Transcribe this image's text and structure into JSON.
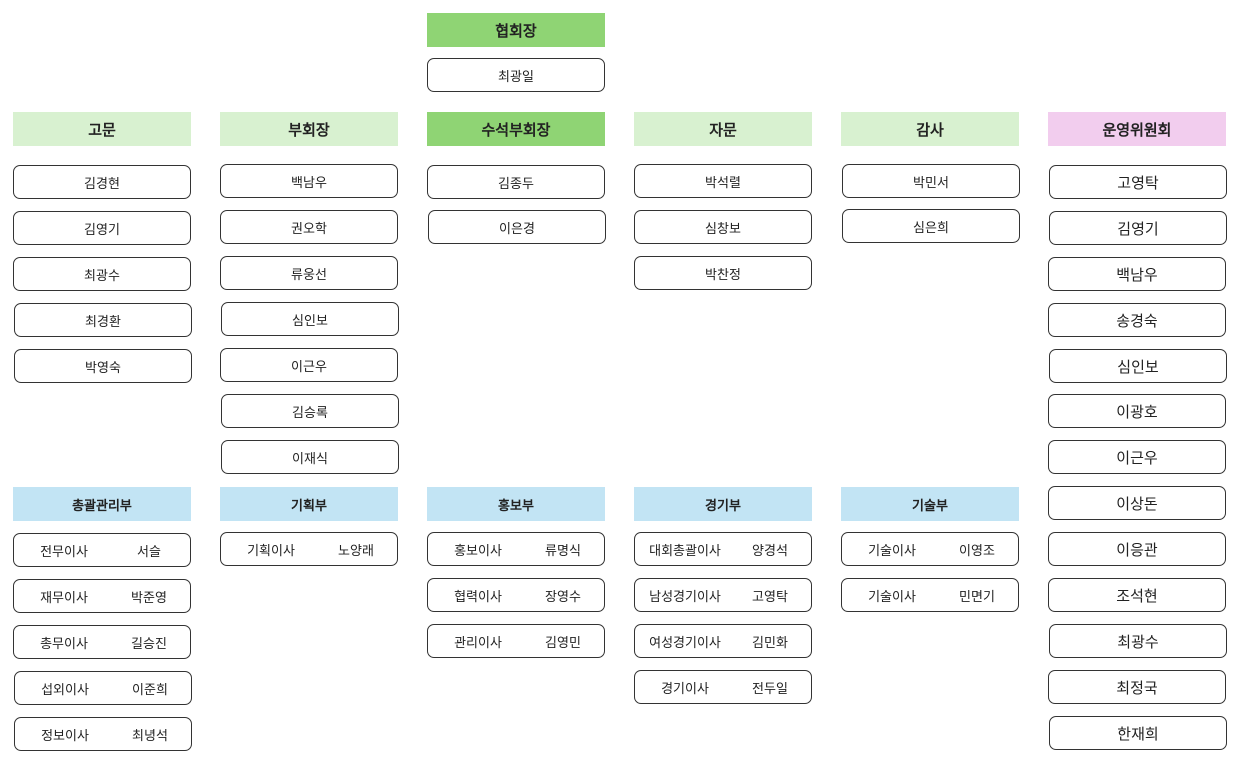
{
  "president": {
    "title": "협회장",
    "name": "최광일"
  },
  "columns": [
    {
      "title": "고문",
      "members": [
        "김경현",
        "김영기",
        "최광수",
        "최경환",
        "박영숙"
      ]
    },
    {
      "title": "부회장",
      "members": [
        "백남우",
        "권오학",
        "류웅선",
        "심인보",
        "이근우",
        "김승록",
        "이재식"
      ]
    },
    {
      "title": "수석부회장",
      "members": [
        "김종두",
        "이은경"
      ]
    },
    {
      "title": "자문",
      "members": [
        "박석렬",
        "심창보",
        "박찬정"
      ]
    },
    {
      "title": "감사",
      "members": [
        "박민서",
        "심은희"
      ]
    },
    {
      "title": "운영위원회",
      "members": [
        "고영탁",
        "김영기",
        "백남우",
        "송경숙",
        "심인보",
        "이광호",
        "이근우",
        "이상돈",
        "이응관",
        "조석현",
        "최광수",
        "최정국",
        "한재희"
      ]
    }
  ],
  "departments": [
    {
      "title": "총괄관리부",
      "members": [
        {
          "role": "전무이사",
          "name": "서슬"
        },
        {
          "role": "재무이사",
          "name": "박준영"
        },
        {
          "role": "총무이사",
          "name": "길승진"
        },
        {
          "role": "섭외이사",
          "name": "이준희"
        },
        {
          "role": "정보이사",
          "name": "최녕석"
        }
      ]
    },
    {
      "title": "기획부",
      "members": [
        {
          "role": "기획이사",
          "name": "노양래"
        }
      ]
    },
    {
      "title": "홍보부",
      "members": [
        {
          "role": "홍보이사",
          "name": "류명식"
        },
        {
          "role": "협력이사",
          "name": "장영수"
        },
        {
          "role": "관리이사",
          "name": "김영민"
        }
      ]
    },
    {
      "title": "경기부",
      "members": [
        {
          "role": "대회총괄이사",
          "name": "양경석"
        },
        {
          "role": "남성경기이사",
          "name": "고영탁"
        },
        {
          "role": "여성경기이사",
          "name": "김민화"
        },
        {
          "role": "경기이사",
          "name": "전두일"
        }
      ]
    },
    {
      "title": "기술부",
      "members": [
        {
          "role": "기술이사",
          "name": "이영조"
        },
        {
          "role": "기술이사",
          "name": "민면기"
        }
      ]
    }
  ]
}
